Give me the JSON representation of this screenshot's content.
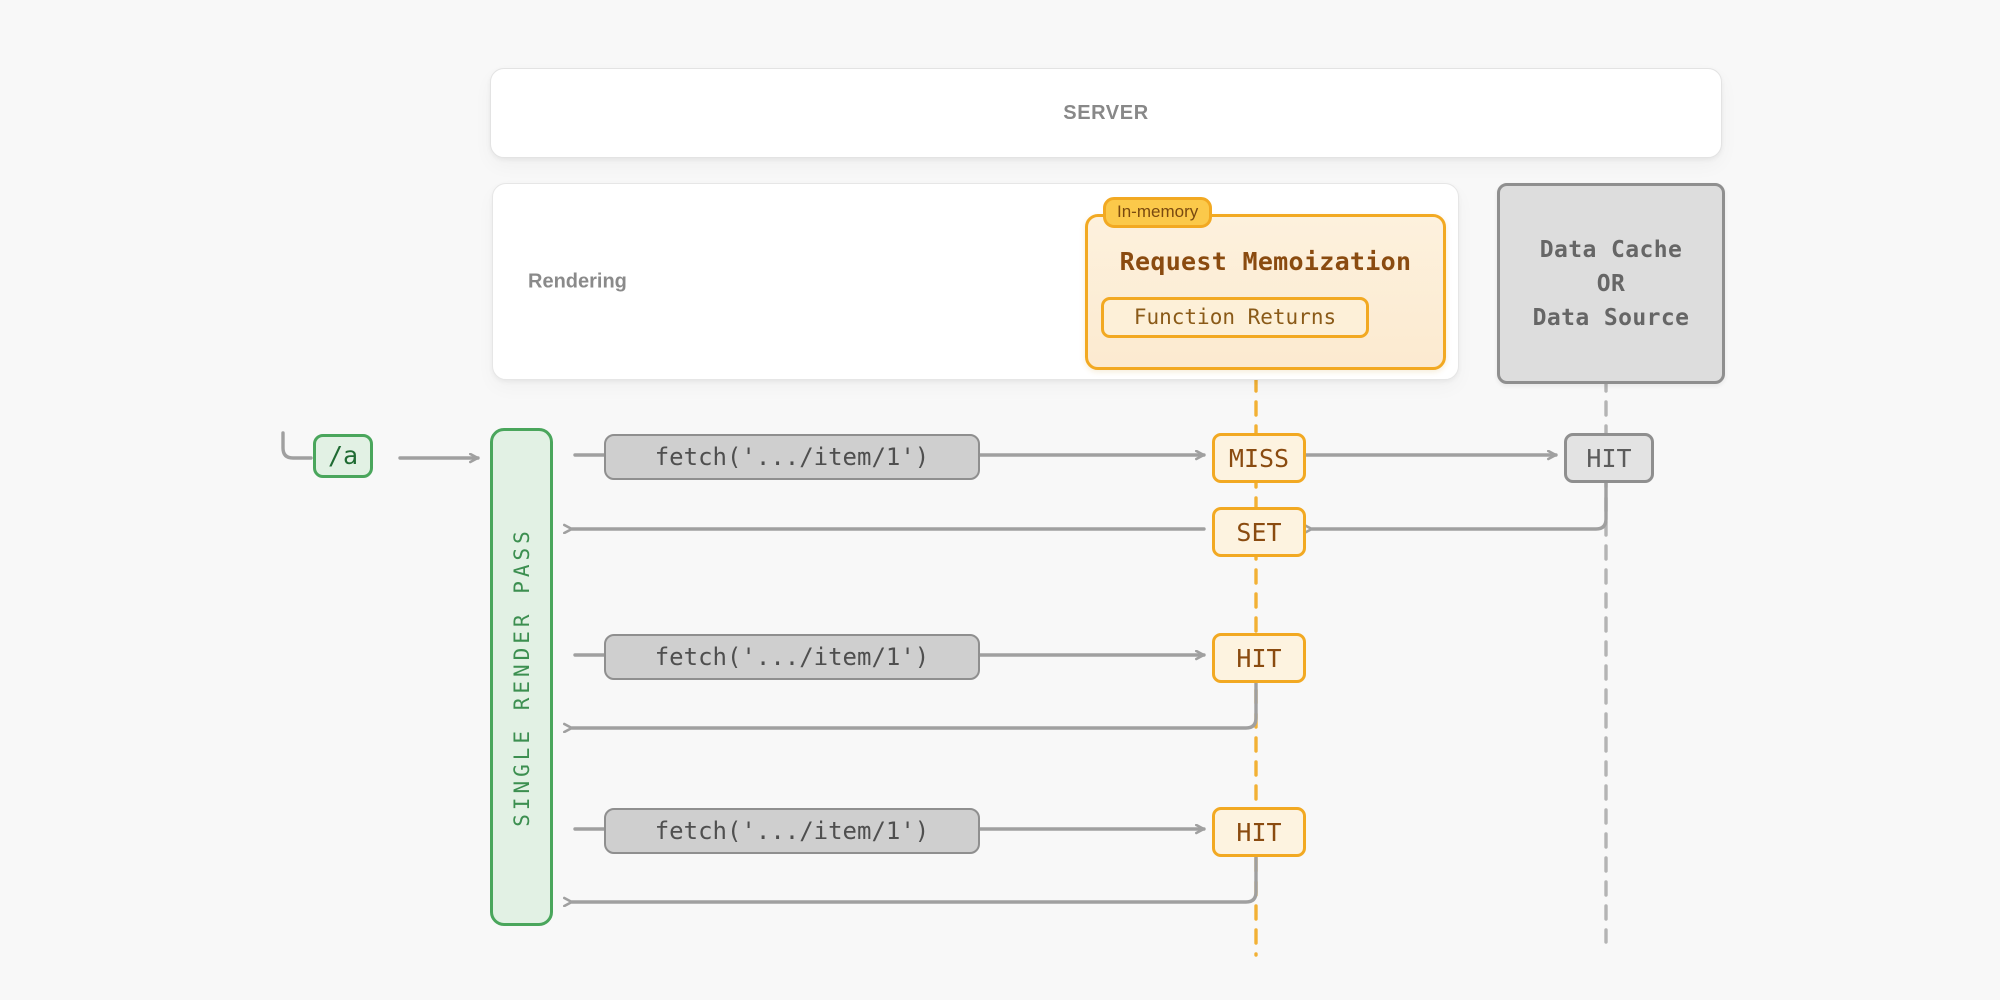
{
  "page": {
    "background_color": "#f8f8f8",
    "title": "Request Memoization single render pass diagram"
  },
  "server": {
    "label": "SERVER"
  },
  "rendering": {
    "label": "Rendering"
  },
  "memoization": {
    "badge": "In-memory",
    "title": "Request Memoization",
    "subtitle": "Function Returns",
    "border_color": "#f2a922",
    "fill_color": "#fdf1dd",
    "text_color": "#8a4b10"
  },
  "data_cache": {
    "line1": "Data Cache",
    "line2": "OR",
    "line3": "Data Source",
    "border_color": "#8f8f8f",
    "fill_color": "#dddddd"
  },
  "route": {
    "label": "/a",
    "border_color": "#4aa65c",
    "fill_color": "#e2f1e4",
    "text_color": "#1f6b33"
  },
  "render_pass": {
    "label": "SINGLE RENDER PASS",
    "border_color": "#4aa65c",
    "fill_color": "#e2f1e4"
  },
  "rows": [
    {
      "fetch": "fetch('.../item/1')",
      "memo_status": "MISS",
      "cache_status": "HIT",
      "return_status": "SET"
    },
    {
      "fetch": "fetch('.../item/1')",
      "memo_status": "HIT"
    },
    {
      "fetch": "fetch('.../item/1')",
      "memo_status": "HIT"
    }
  ],
  "colors": {
    "amber": "#f2a922",
    "green": "#4aa65c",
    "gray_line": "#a0a0a0",
    "memo_lifeline": "#f2b135",
    "cache_lifeline": "#b4b4b4"
  }
}
